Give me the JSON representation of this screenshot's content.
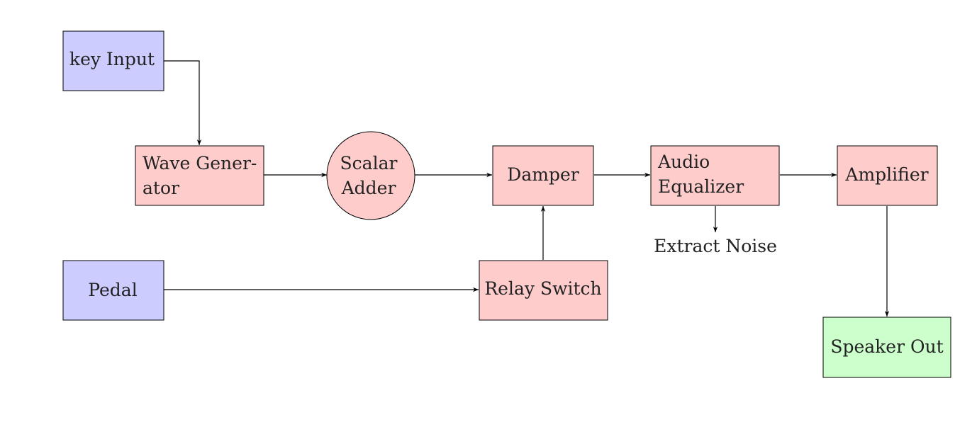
{
  "colors": {
    "input_fill": "#ccccff",
    "process_fill": "#ffcccc",
    "output_fill": "#ccffcc",
    "stroke": "#000000",
    "text": "#222222"
  },
  "nodes": {
    "key_input": {
      "label": "key Input"
    },
    "wave_generator": {
      "line1": "Wave Gener-",
      "line2": "ator"
    },
    "scalar_adder": {
      "line1": "Scalar",
      "line2": "Adder"
    },
    "damper": {
      "label": "Damper"
    },
    "audio_equalizer": {
      "line1": "Audio",
      "line2": "Equalizer"
    },
    "amplifier": {
      "label": "Amplifier"
    },
    "pedal": {
      "label": "Pedal"
    },
    "relay_switch": {
      "label": "Relay Switch"
    },
    "speaker_out": {
      "label": "Speaker Out"
    }
  },
  "labels": {
    "extract_noise": "Extract Noise"
  },
  "edges": [
    {
      "from": "key Input",
      "to": "Wave Generator"
    },
    {
      "from": "Wave Generator",
      "to": "Scalar Adder"
    },
    {
      "from": "Scalar Adder",
      "to": "Damper"
    },
    {
      "from": "Damper",
      "to": "Audio Equalizer"
    },
    {
      "from": "Audio Equalizer",
      "to": "Amplifier"
    },
    {
      "from": "Audio Equalizer",
      "to": "Extract Noise"
    },
    {
      "from": "Amplifier",
      "to": "Speaker Out"
    },
    {
      "from": "Pedal",
      "to": "Relay Switch"
    },
    {
      "from": "Relay Switch",
      "to": "Damper"
    }
  ]
}
